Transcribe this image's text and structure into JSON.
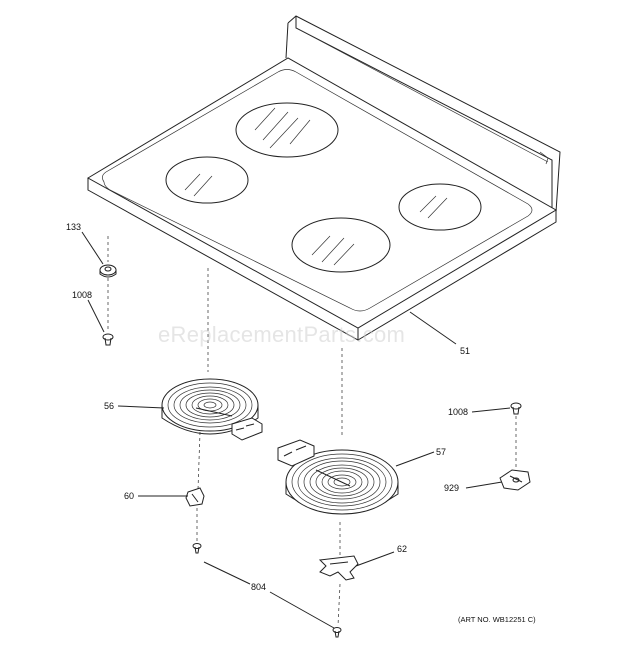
{
  "watermark": "eReplacementParts.com",
  "art_number": "(ART NO. WB12251 C)",
  "callouts": {
    "p133": "133",
    "p1008_left": "1008",
    "p56": "56",
    "p60": "60",
    "p804": "804",
    "p51": "51",
    "p57": "57",
    "p1008_right": "1008",
    "p929": "929",
    "p62": "62"
  }
}
